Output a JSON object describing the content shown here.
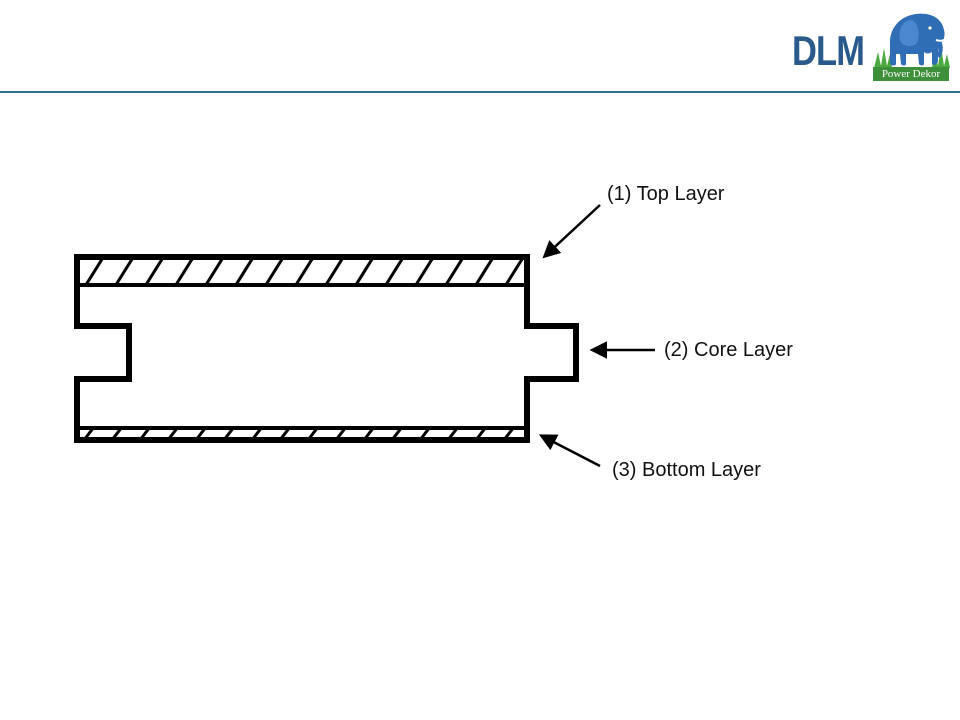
{
  "logo": {
    "brand": "DLM",
    "tagline": "Power Dekor"
  },
  "labels": {
    "top": "(1) Top Layer",
    "core": "(2) Core Layer",
    "bottom": "(3) Bottom Layer"
  },
  "colors": {
    "header_rule": "#2e6f8e",
    "logo_text": "#2a5a8c",
    "logo_green": "#3d8f3a",
    "logo_blue": "#2f6db5",
    "line": "#000000"
  }
}
